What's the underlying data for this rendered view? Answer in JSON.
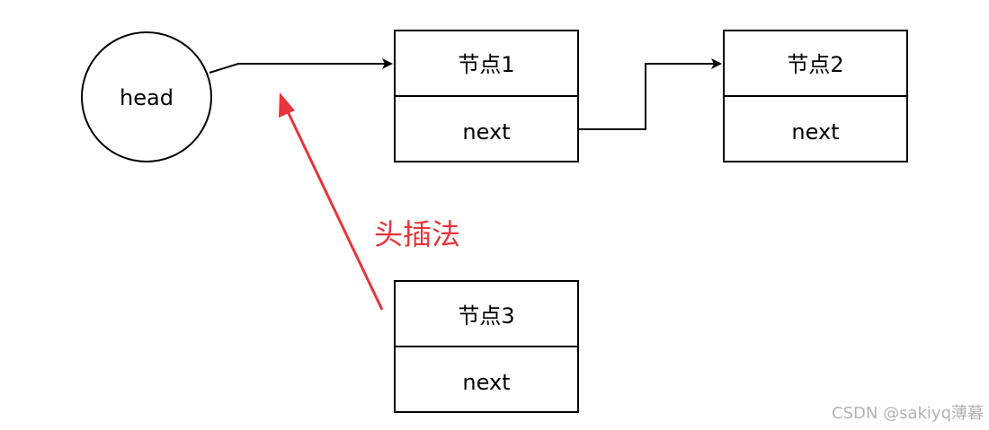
{
  "head": {
    "label": "head"
  },
  "nodes": [
    {
      "title": "节点1",
      "next_label": "next"
    },
    {
      "title": "节点2",
      "next_label": "next"
    },
    {
      "title": "节点3",
      "next_label": "next"
    }
  ],
  "annotation": {
    "text": "头插法",
    "color": "#e8343b"
  },
  "watermark": {
    "text": "CSDN @sakiyq薄暮"
  }
}
